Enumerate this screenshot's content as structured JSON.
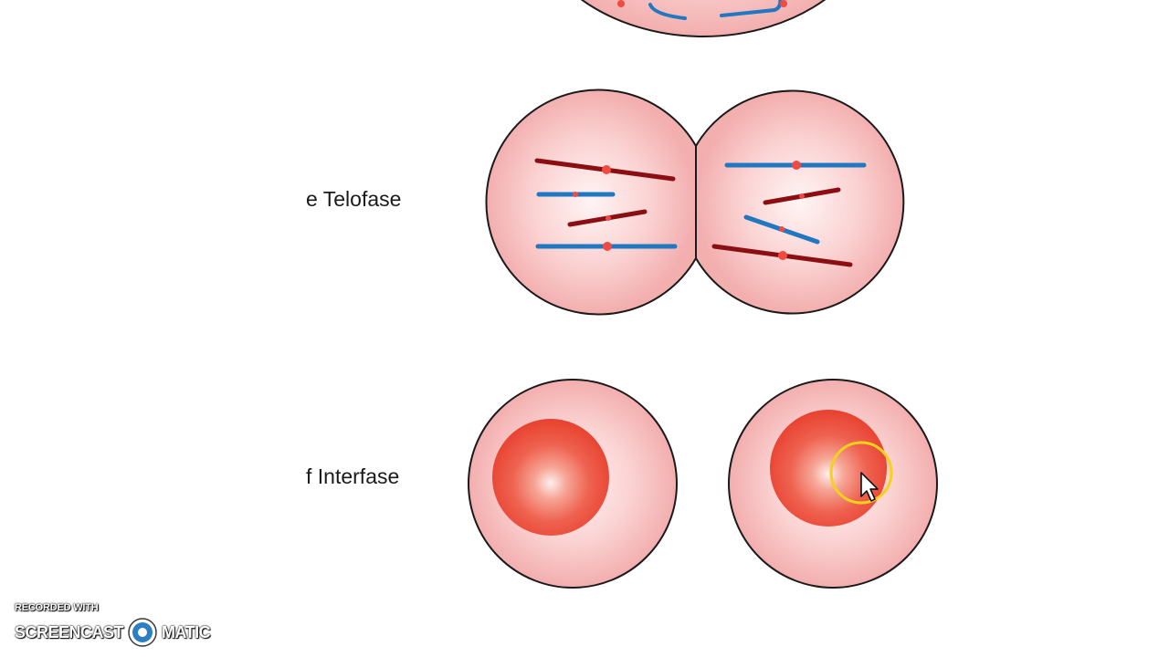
{
  "labels": {
    "telofase": "e Telofase",
    "interfase": "f Interfase"
  },
  "watermark": {
    "recorded_with": "RECORDED WITH",
    "brand_left": "SCREENCAST",
    "brand_right": "MATIC"
  },
  "icons": [
    "screencast-o-matic-logo-icon",
    "mouse-cursor-icon",
    "cursor-highlight-ring-icon"
  ],
  "colors": {
    "cell_fill": "#f6b9b9",
    "cell_center": "#fde9e9",
    "nucleus": "#ec4b3c",
    "chromosome_blue": "#2178c0",
    "chromosome_red": "#8b0f12",
    "centromere": "#ef4b43",
    "outline": "#1a1a1a",
    "cursor_ring": "#f2d21b"
  }
}
